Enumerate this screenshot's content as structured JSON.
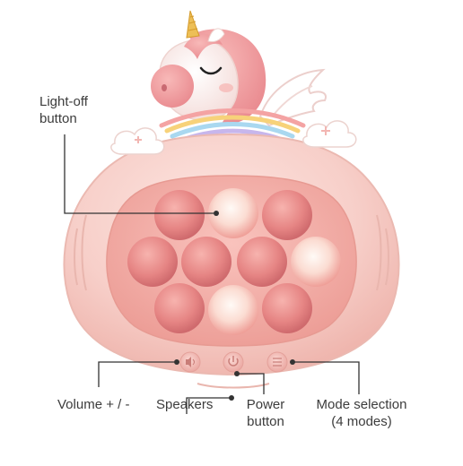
{
  "product": {
    "name": "unicorn quick-push pop-it game console",
    "icons": [
      "unicorn-head-icon",
      "rainbow-icon",
      "wing-icon",
      "cloud-icon",
      "volume-icon",
      "power-icon",
      "mode-icon"
    ],
    "colors": {
      "body": "#f7cfc9",
      "face": "#f4b2ac",
      "bubble": "#e88a8a",
      "bubble_lit": "#fbe1d8",
      "mane": "#f3a0a3",
      "horn": "#e9b74f",
      "leader_line": "#333333"
    },
    "bubbles_total": 10,
    "bubbles_lit": 3
  },
  "callouts": {
    "light_off": {
      "line1": "Light-off",
      "line2": "button"
    },
    "volume": {
      "line1": "Volume + / -"
    },
    "speakers": {
      "line1": "Speakers"
    },
    "power": {
      "line1": "Power",
      "line2": "button"
    },
    "mode": {
      "line1": "Mode selection",
      "line2": "(4 modes)"
    }
  }
}
